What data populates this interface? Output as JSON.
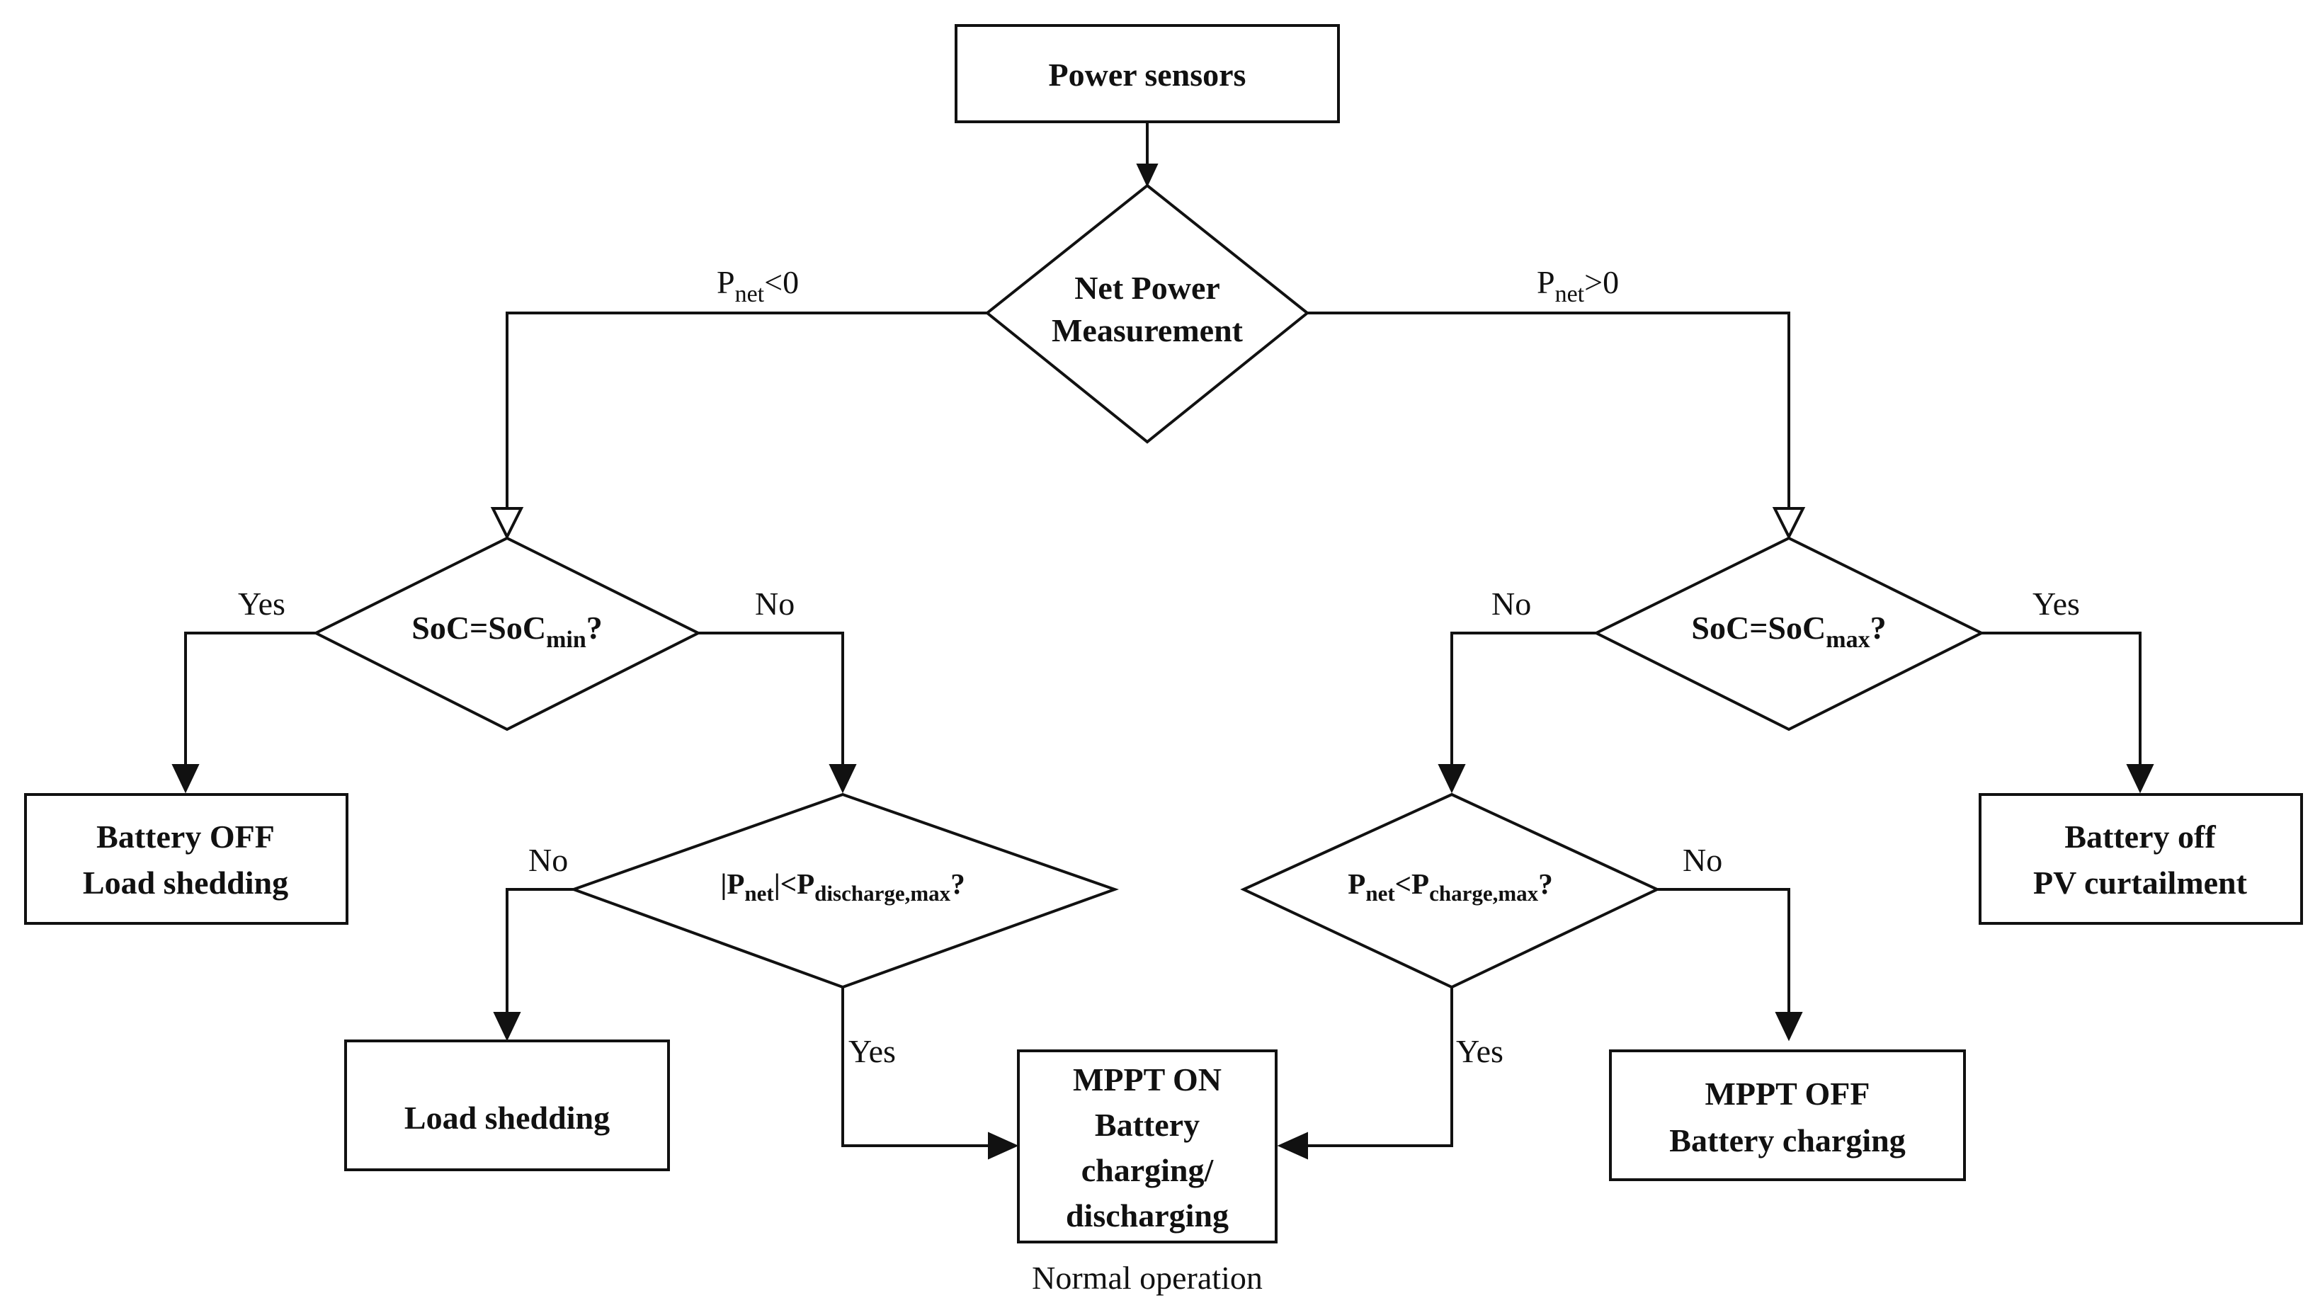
{
  "nodes": {
    "power_sensors": "Power sensors",
    "net_power": {
      "line1": "Net Power",
      "line2": "Measurement"
    },
    "soc_min": {
      "pre": "SoC=SoC",
      "sub": "min",
      "post": "?"
    },
    "soc_max": {
      "pre": "SoC=SoC",
      "sub": "max",
      "post": "?"
    },
    "battery_off_load": {
      "line1": "Battery OFF",
      "line2": "Load shedding"
    },
    "battery_off_pv": {
      "line1": "Battery off",
      "line2": "PV curtailment"
    },
    "discharge_check": {
      "bar1": "|",
      "p1": "P",
      "sub1": "net",
      "bar2": "|",
      "lt": "<",
      "p2": "P",
      "sub2": "discharge,max",
      "post": "?"
    },
    "charge_check": {
      "p1": "P",
      "sub1": "net",
      "lt": "<",
      "p2": "P",
      "sub2": "charge,max",
      "post": "?"
    },
    "load_shedding": "Load shedding",
    "mppt_on": {
      "line1": "MPPT ON",
      "line2": "Battery",
      "line3": "charging/",
      "line4": "discharging"
    },
    "mppt_off": {
      "line1": "MPPT OFF",
      "line2": "Battery charging"
    },
    "normal_operation": "Normal operation"
  },
  "edges": {
    "pnet_neg": {
      "p": "P",
      "sub": "net",
      "rest": "<0"
    },
    "pnet_pos": {
      "p": "P",
      "sub": "net",
      "rest": ">0"
    },
    "yes": "Yes",
    "no": "No"
  }
}
